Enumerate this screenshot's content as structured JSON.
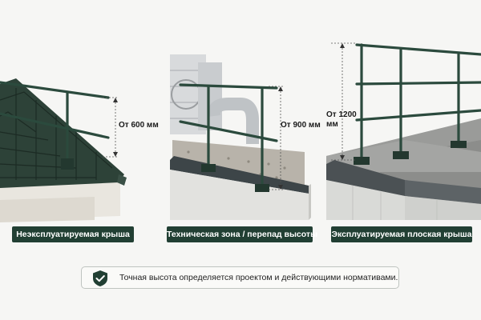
{
  "panels": [
    {
      "caption": "Неэксплуатируемая крыша",
      "height_label": "От 600 мм"
    },
    {
      "caption": "Техническая зона / перепад высоты",
      "height_label": "От 900 мм"
    },
    {
      "caption": "Эксплуатируемая плоская крыша",
      "height_label_line1": "От 1200",
      "height_label_line2": "мм"
    }
  ],
  "note": {
    "text": "Точная высота определяется проектом и действующими нормативами.",
    "icon": "shield-check-icon"
  },
  "colors": {
    "rail": "#2b4a3d",
    "caption_bg": "#213f33",
    "roof_tile": "#2d4238"
  }
}
